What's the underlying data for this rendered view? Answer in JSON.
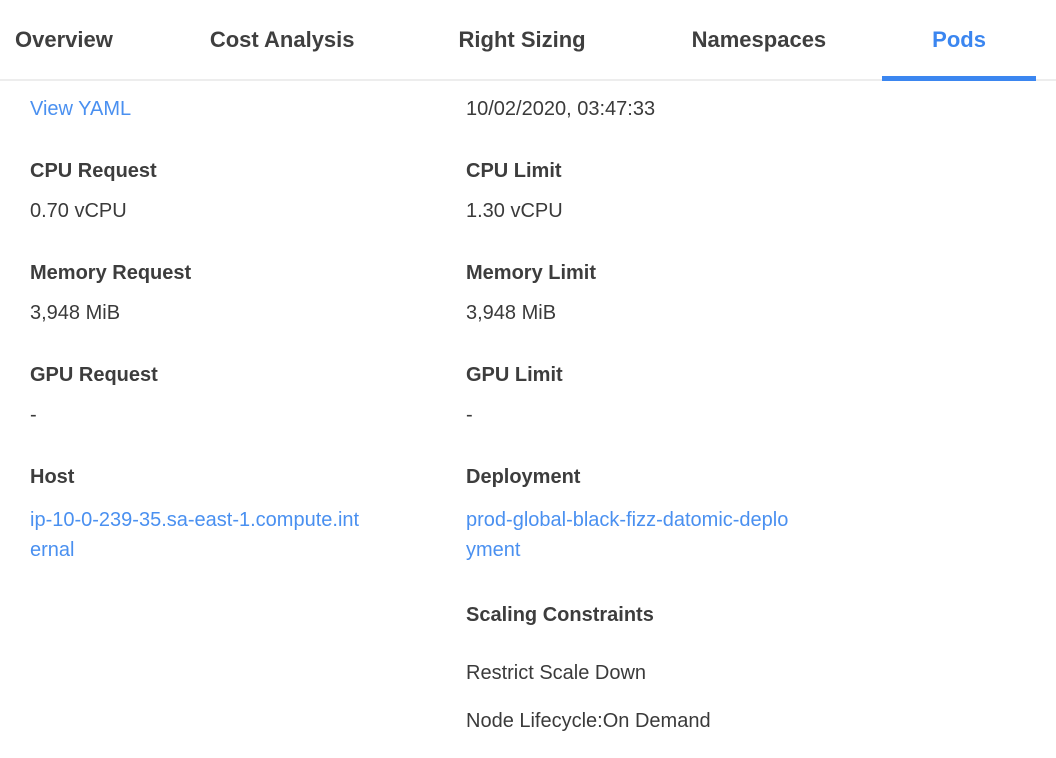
{
  "colors": {
    "accent_blue": "#3b86f0",
    "link_blue": "#4a90f0",
    "tab_text": "#3f3f3f",
    "label_text": "#3d3d3d",
    "value_text": "#3a3a3a",
    "tabbar_border": "#ededed"
  },
  "tabs": {
    "items": [
      {
        "label": "Overview",
        "active": false
      },
      {
        "label": "Cost Analysis",
        "active": false
      },
      {
        "label": "Right Sizing",
        "active": false
      },
      {
        "label": "Namespaces",
        "active": false
      },
      {
        "label": "Pods",
        "active": true
      }
    ]
  },
  "pod_details": {
    "view_yaml_link": "View YAML",
    "timestamp": "10/02/2020, 03:47:33",
    "cpu_request": {
      "label": "CPU Request",
      "value": "0.70 vCPU"
    },
    "cpu_limit": {
      "label": "CPU Limit",
      "value": "1.30 vCPU"
    },
    "memory_request": {
      "label": "Memory Request",
      "value": "3,948 MiB"
    },
    "memory_limit": {
      "label": "Memory Limit",
      "value": "3,948 MiB"
    },
    "gpu_request": {
      "label": "GPU Request",
      "value": "-"
    },
    "gpu_limit": {
      "label": "GPU Limit",
      "value": "-"
    },
    "host": {
      "label": "Host",
      "value": "ip-10-0-239-35.sa-east-1.compute.internal"
    },
    "deployment": {
      "label": "Deployment",
      "value": "prod-global-black-fizz-datomic-deployment"
    },
    "scaling_constraints": {
      "label": "Scaling Constraints",
      "items": [
        "Restrict Scale Down",
        "Node Lifecycle:On Demand"
      ]
    }
  }
}
